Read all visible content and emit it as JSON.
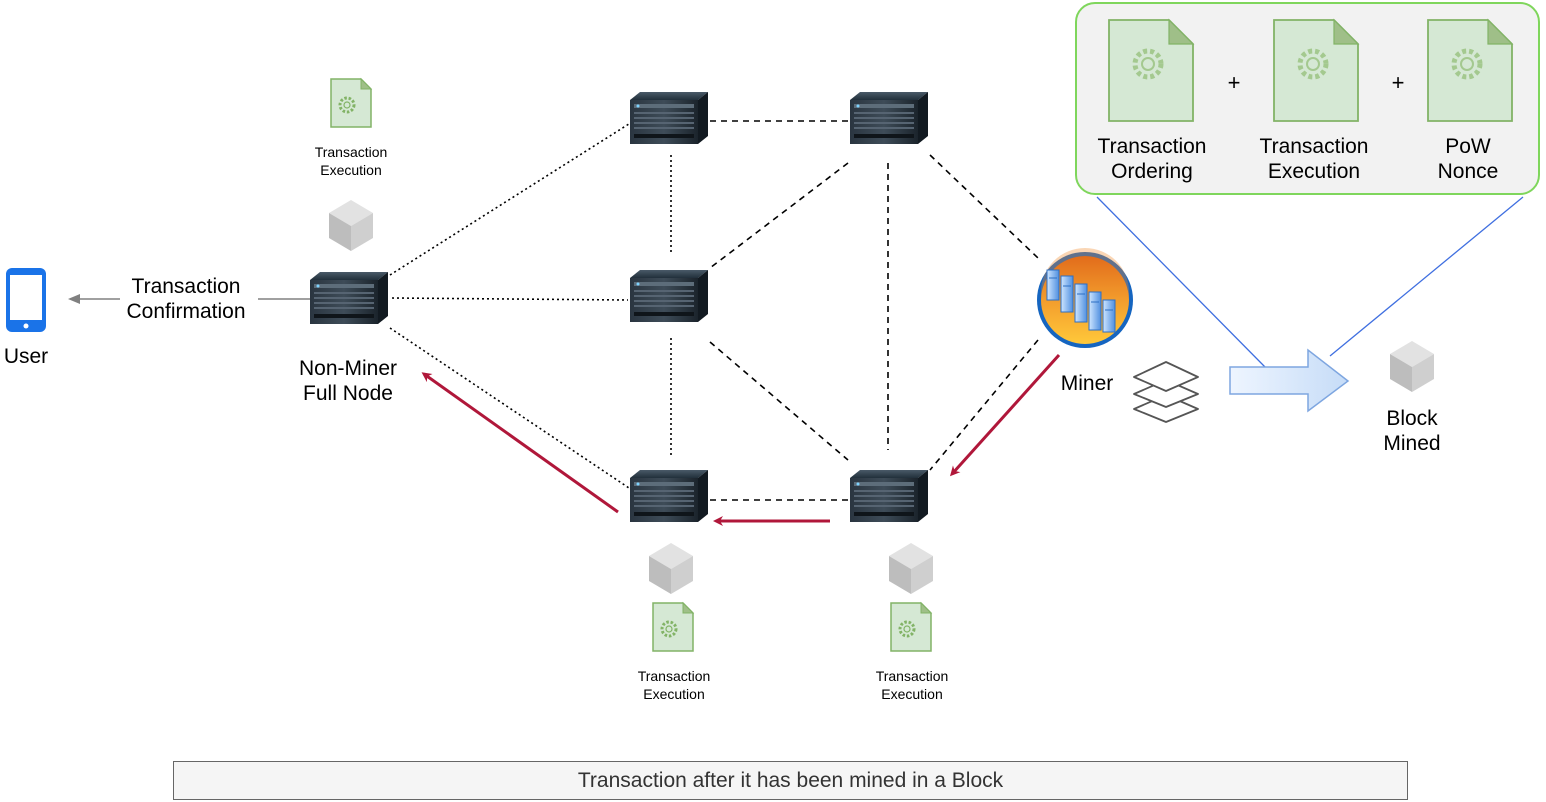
{
  "user": {
    "label": "User"
  },
  "confirmation": {
    "label_line1": "Transaction",
    "label_line2": "Confirmation"
  },
  "non_miner": {
    "label_line1": "Non-Miner",
    "label_line2": "Full Node"
  },
  "miner": {
    "label": "Miner"
  },
  "tx_execution": {
    "line1": "Transaction",
    "line2": "Execution"
  },
  "block_contents": {
    "items": [
      {
        "line1": "Transaction",
        "line2": "Ordering"
      },
      {
        "line1": "Transaction",
        "line2": "Execution"
      },
      {
        "line1": "PoW",
        "line2": "Nonce"
      }
    ],
    "plus": "+"
  },
  "block_mined": {
    "line1": "Block",
    "line2": "Mined"
  },
  "caption": "Transaction after it has been mined in a Block",
  "colors": {
    "flow_arrow": "#b0173a",
    "panel_border": "#7fd65c",
    "doc_fill": "#d5e8d4",
    "doc_stroke": "#82b366",
    "user_icon": "#1a73e8",
    "connector_blue": "#3f6fe0"
  }
}
